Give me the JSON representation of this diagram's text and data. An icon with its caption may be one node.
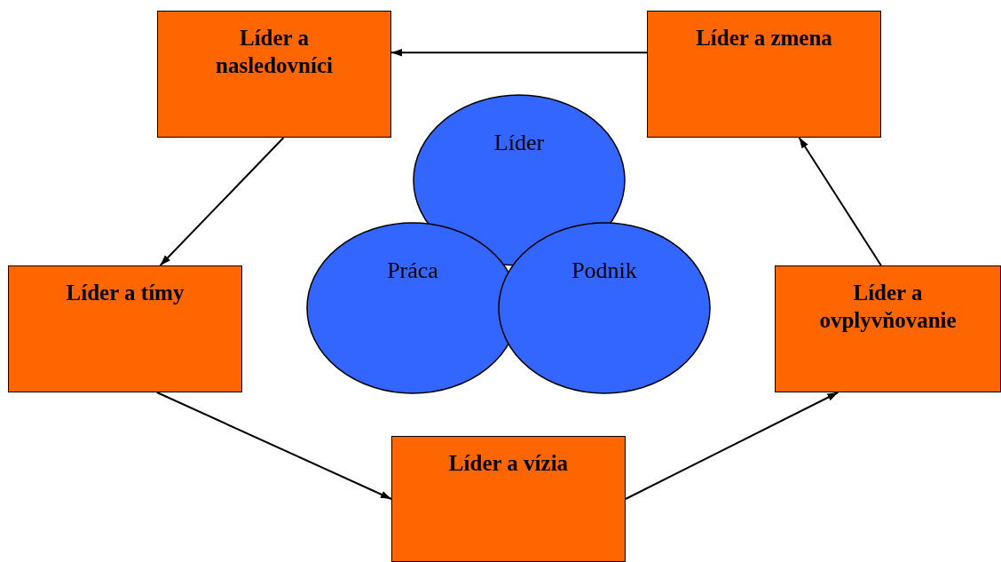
{
  "diagram": {
    "nodes": [
      {
        "text": [
          "Líder a nasledovníci"
        ]
      },
      {
        "text": [
          "Líder a zmena"
        ]
      },
      {
        "text": [
          "Líder"
        ]
      },
      {
        "text": [
          "Práca"
        ]
      },
      {
        "text": [
          "Podnik"
        ]
      },
      {
        "text": [
          "Líder a tímy"
        ]
      },
      {
        "text": [
          "Líder a ovplyvňovanie"
        ]
      },
      {
        "text": [
          "Líder a vízia"
        ]
      }
    ],
    "edges": [
      {
        "from": 1,
        "to": 0,
        "arrow": "to"
      },
      {
        "from": 0,
        "to": 5,
        "arrow": "to"
      },
      {
        "from": 5,
        "to": 7,
        "arrow": "to"
      },
      {
        "from": 7,
        "to": 6,
        "arrow": "to"
      },
      {
        "from": 6,
        "to": 1,
        "arrow": "to"
      }
    ]
  }
}
